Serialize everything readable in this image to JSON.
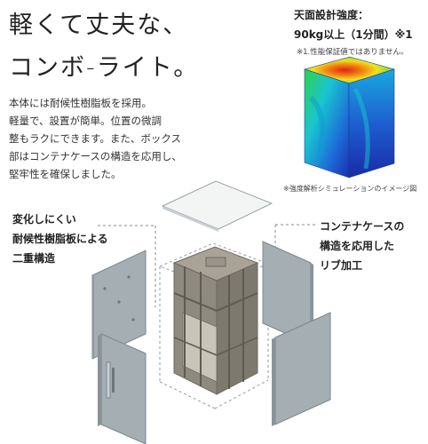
{
  "headline": {
    "line1": "軽くて丈夫な、",
    "line2": "コンボ-ライト。"
  },
  "body_text": [
    "本体には耐候性樹脂板を採用。",
    "軽量で、設置が簡単。位置の微調",
    "整もラクにできます。また、ボックス",
    "部はコンテナケースの構造を応用し、",
    "堅牢性を確保しました。"
  ],
  "simulation": {
    "title": "天面設計強度：",
    "strength": "90kg以上（1分間）※1",
    "note": "※1.性能保証値ではありません。",
    "caption": "※強度解析シミュレーションのイメージ図"
  },
  "callouts": {
    "left": [
      "変化しにくい",
      "耐候性樹脂板による",
      "二重構造"
    ],
    "right": [
      "コンテナケースの",
      "構造を応用した",
      "リブ加工"
    ]
  },
  "colors": {
    "panel": "#a4aeb3",
    "frame": "#8e8a7f",
    "dashed": "#9a9a9a"
  }
}
